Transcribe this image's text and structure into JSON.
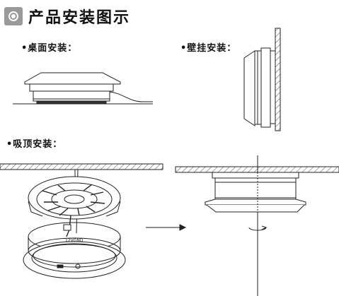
{
  "header": {
    "title": "产品安装图示",
    "icon": "circle-badge-icon"
  },
  "sections": {
    "desktop": {
      "label": "•桌面安装："
    },
    "wall": {
      "label": "•壁挂安装："
    },
    "ceiling": {
      "label": "•吸顶安装："
    }
  },
  "diagram": {
    "connector_label": "12VGND"
  },
  "colors": {
    "icon_bg": "#9a9a9a",
    "line": "#222222"
  }
}
